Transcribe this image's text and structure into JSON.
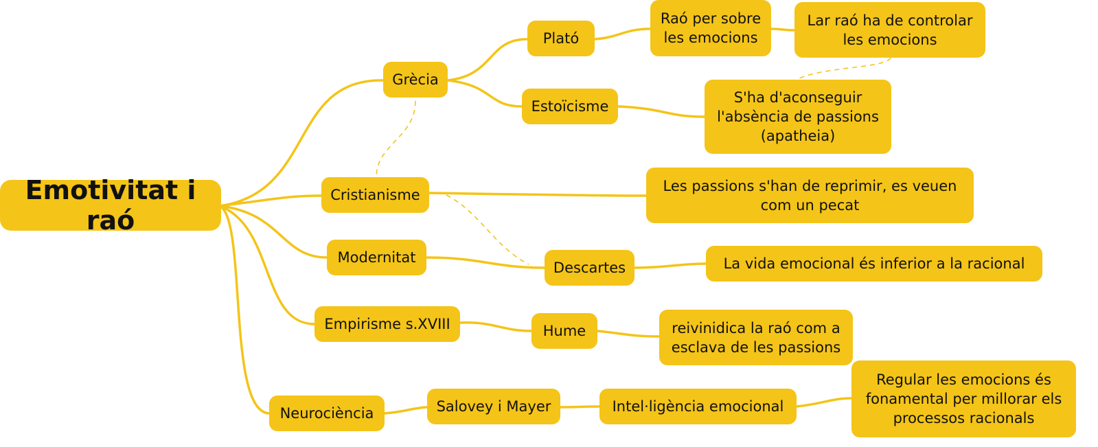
{
  "mindmap": {
    "accent_color": "#f4c418",
    "nodes": {
      "root": "Emotivitat i raó",
      "grecia": "Grècia",
      "plato": "Plató",
      "rao_sobre": "Raó per sobre\nles emocions",
      "controlar": "Lar raó ha de controlar\nles emocions",
      "estoicisme": "Estoïcisme",
      "apatheia": "S'ha d'aconseguir\nl'absència de passions\n(apatheia)",
      "cristianisme": "Cristianisme",
      "reprimir": "Les passions s'han de reprimir, es veuen\ncom un pecat",
      "modernitat": "Modernitat",
      "descartes": "Descartes",
      "inferior": "La vida emocional és inferior a la racional",
      "empirisme": "Empirisme s.XVIII",
      "hume": "Hume",
      "esclava": "reivinidica la raó com a\nesclava de les passions",
      "neurociencia": "Neurociència",
      "salovey": "Salovey i Mayer",
      "intel": "Intel·ligència emocional",
      "regular": "Regular les emocions és\nfonamental per millorar els\nprocessos racionals"
    }
  }
}
